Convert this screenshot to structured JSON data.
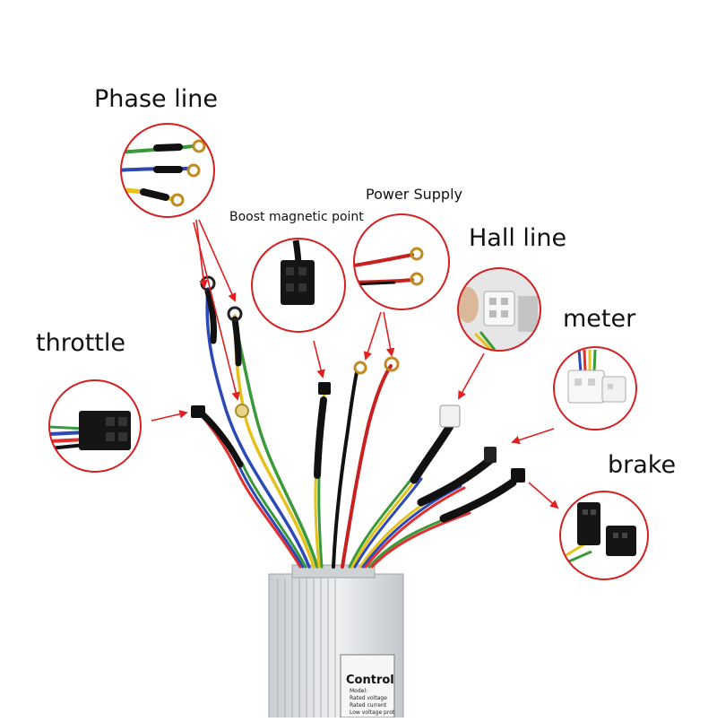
{
  "labels": {
    "phase_line": "Phase line",
    "boost_magnetic_point": "Boost magnetic point",
    "power_supply": "Power Supply",
    "hall_line": "Hall line",
    "meter": "meter",
    "throttle": "throttle",
    "brake": "brake"
  },
  "controller_label": {
    "title": "Control",
    "line1": "Model:",
    "line2": "Rated voltage",
    "line3": "Rated current",
    "line4": "Low voltage prot"
  },
  "colors": {
    "callout_ring": "#d42020",
    "arrow": "#e02020",
    "housing": "#d9dcde",
    "fin": "#b8bcc0",
    "sleeve": "#1a1a1a"
  }
}
